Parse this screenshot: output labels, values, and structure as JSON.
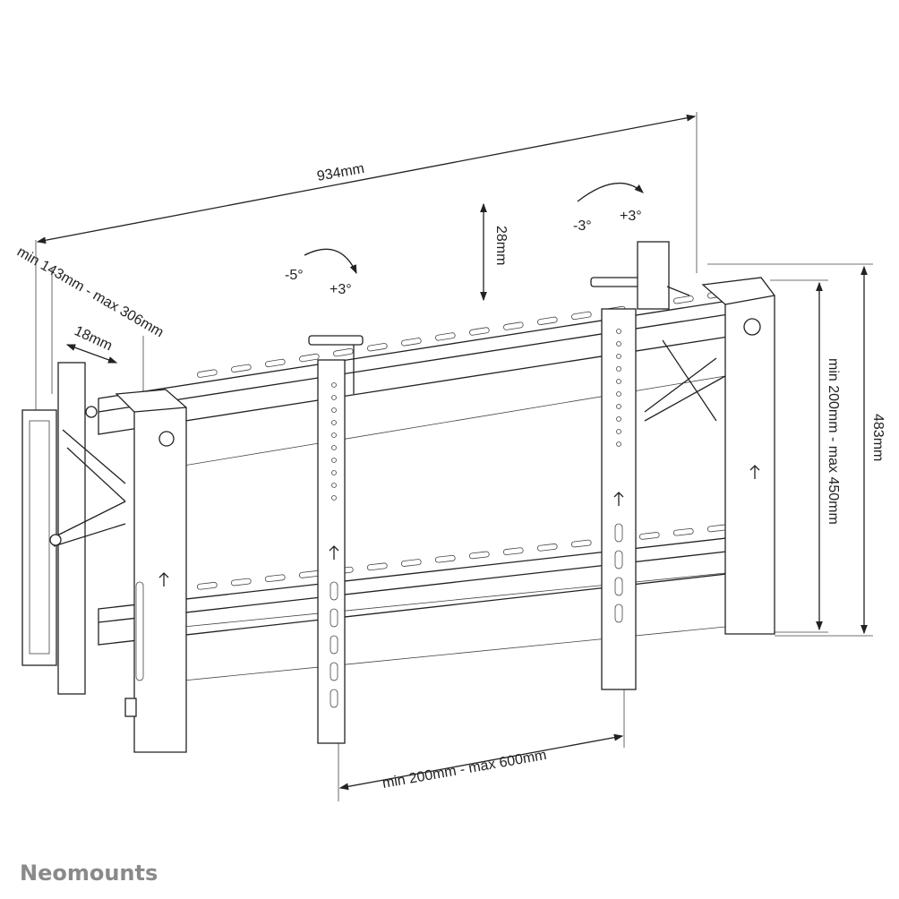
{
  "dimensions": {
    "width_total": "934mm",
    "vertical_adjust": "28mm",
    "depth": "min 143mm - max 306mm",
    "pop_out": "18mm",
    "height_range": "min 200mm - max 450mm",
    "height_total": "483mm",
    "strip_spacing": "min 200mm - max 600mm"
  },
  "tilt_left": {
    "minus": "-5°",
    "plus": "+3°"
  },
  "tilt_right": {
    "minus": "-3°",
    "plus": "+3°"
  },
  "brand": {
    "logo": "Neomounts"
  }
}
